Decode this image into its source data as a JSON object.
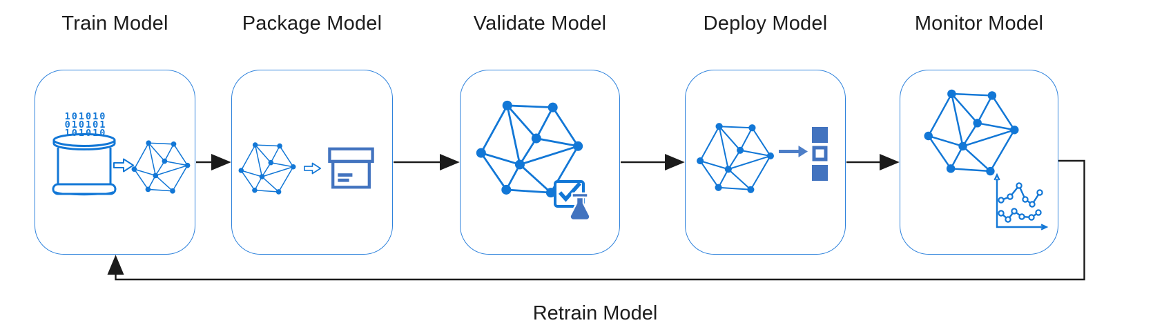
{
  "diagram": {
    "title_labels": [
      "Train Model",
      "Package Model",
      "Validate Model",
      "Deploy Model",
      "Monitor Model"
    ],
    "stages": [
      {
        "title": "Train Model",
        "icons": [
          "binary-database-icon",
          "arrow-right-outline-icon",
          "network-graph-icon"
        ],
        "binary_rows": [
          "101010",
          "010101",
          "101010"
        ]
      },
      {
        "title": "Package Model",
        "icons": [
          "network-graph-icon",
          "arrow-right-outline-icon",
          "package-box-icon"
        ]
      },
      {
        "title": "Validate Model",
        "icons": [
          "network-graph-icon",
          "checkmark-box-icon",
          "flask-icon"
        ]
      },
      {
        "title": "Deploy Model",
        "icons": [
          "network-graph-icon",
          "arrow-right-solid-icon",
          "stacked-squares-icon"
        ]
      },
      {
        "title": "Monitor Model",
        "icons": [
          "network-graph-icon",
          "line-chart-icon"
        ]
      }
    ],
    "flow": [
      "Train Model → Package Model",
      "Package Model → Validate Model",
      "Validate Model → Deploy Model",
      "Deploy Model → Monitor Model",
      "Monitor Model → Train Model (feedback)"
    ],
    "feedback_loop": {
      "label": "Retrain Model"
    },
    "colors": {
      "accent_blue": "#1277d6",
      "muted_blue": "#4273bf",
      "box_border_blue": "#2e82dc",
      "connector_black": "#1b1b1b",
      "text_dark": "#1d1d1d",
      "background": "#ffffff"
    }
  }
}
